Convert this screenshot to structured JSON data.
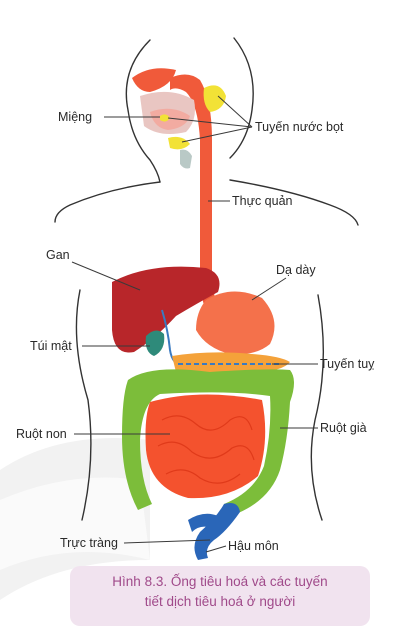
{
  "labels": {
    "mieng": "Miệng",
    "tuyen_nuoc_bot": "Tuyến nước bọt",
    "thuc_quan": "Thực quản",
    "gan": "Gan",
    "da_day": "Dạ dày",
    "tui_mat": "Túi mật",
    "tuyen_tuy": "Tuyến tuỵ",
    "ruot_non": "Ruột non",
    "ruot_gia": "Ruột già",
    "truc_trang": "Trực tràng",
    "hau_mon": "Hậu môn"
  },
  "caption": {
    "line1": "Hình 8.3. Ống tiêu hoá và các tuyến",
    "line2": "tiết dịch tiêu hoá ở người"
  },
  "colors": {
    "esophagus": "#f05a3a",
    "liver": "#b8262a",
    "stomach": "#f4714b",
    "small_intestine": "#f4522e",
    "large_intestine": "#7cbd3a",
    "rectum": "#2a66b8",
    "salivary_gland": "#f2e236",
    "gallbladder": "#2e8a7a",
    "pancreas": "#f4a23a",
    "caption_text": "#a04a8a",
    "caption_bg": "#f1e3ef"
  }
}
